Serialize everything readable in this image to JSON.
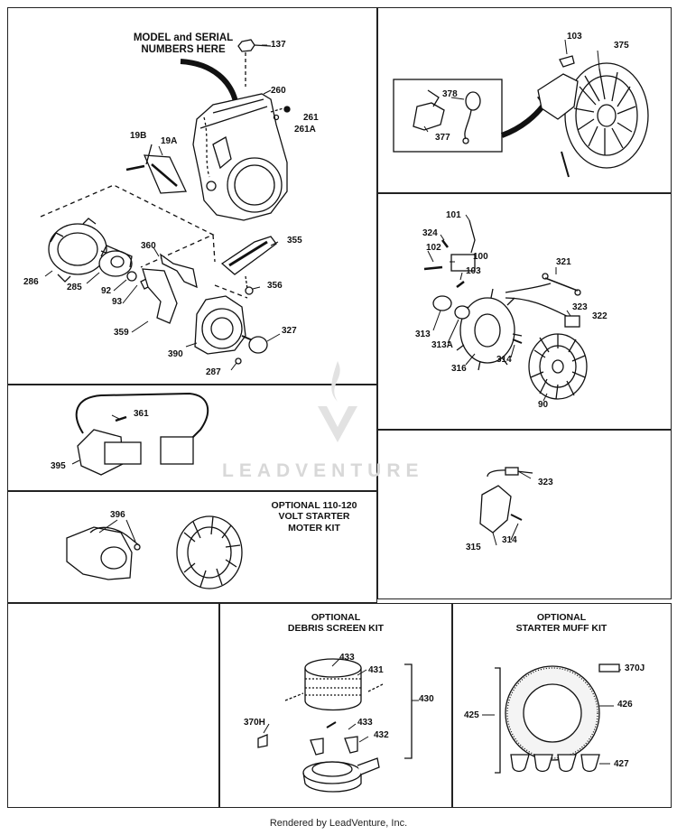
{
  "callouts": {
    "model_serial_note": "MODEL and SERIAL\nNUMBERS HERE"
  },
  "kit_titles": {
    "starter_110_120": "OPTIONAL 110-120\nVOLT STARTER\nMOTER KIT",
    "debris_screen": "OPTIONAL\nDEBRIS SCREEN KIT",
    "starter_muff": "OPTIONAL\nSTARTER MUFF KIT"
  },
  "part_labels": {
    "p137": "137",
    "p260": "260",
    "p261": "261",
    "p261A": "261A",
    "p19B": "19B",
    "p19A": "19A",
    "p286": "286",
    "p285": "285",
    "p92": "92",
    "p93": "93",
    "p360": "360",
    "p355": "355",
    "p356": "356",
    "p359": "359",
    "p327": "327",
    "p390": "390",
    "p287": "287",
    "p103a": "103",
    "p375": "375",
    "p378": "378",
    "p377": "377",
    "p101": "101",
    "p324": "324",
    "p102": "102",
    "p100": "100",
    "p103b": "103",
    "p321": "321",
    "p323a": "323",
    "p322": "322",
    "p313": "313",
    "p313A": "313A",
    "p316": "316",
    "p314a": "314",
    "p90": "90",
    "p361": "361",
    "p395": "395",
    "p323b": "323",
    "p315": "315",
    "p314b": "314",
    "p396": "396",
    "p433a": "433",
    "p431": "431",
    "p430": "430",
    "p370H": "370H",
    "p433b": "433",
    "p432": "432",
    "p370J": "370J",
    "p426": "426",
    "p425": "425",
    "p427": "427"
  },
  "watermark": "LEADVENTURE",
  "footer": "Rendered by LeadVenture, Inc."
}
